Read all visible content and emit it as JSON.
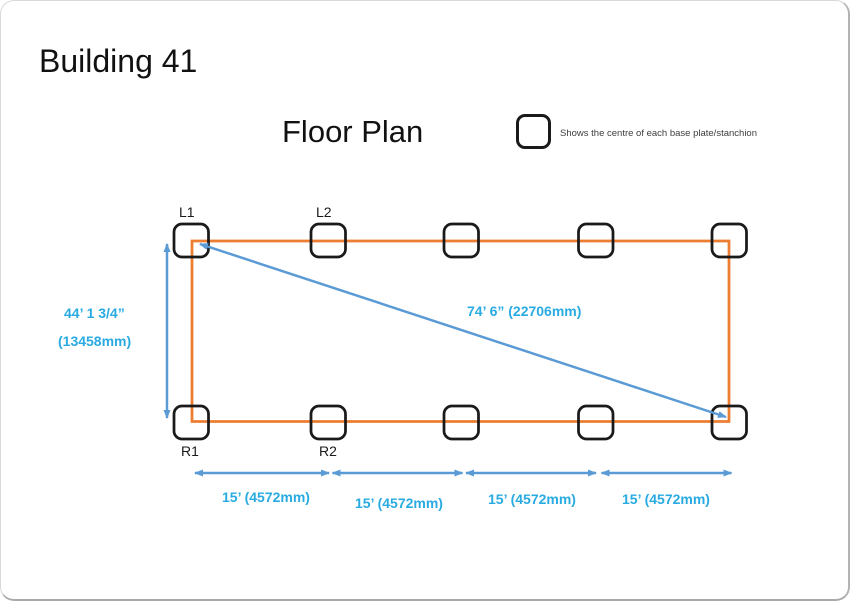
{
  "page": {
    "title": "Building 41"
  },
  "diagram": {
    "title": "Floor Plan",
    "legend": {
      "icon": "rounded-square",
      "label": "Shows the centre of each base plate/stanchion"
    },
    "stanchions": {
      "rows": 2,
      "per_row": 5,
      "labels": {
        "l1": "L1",
        "l2": "L2",
        "r1": "R1",
        "r2": "R2"
      }
    },
    "dimensions": {
      "height": {
        "imperial": "44’ 1 3/4”",
        "metric": "(13458mm)"
      },
      "diagonal": {
        "label": "74’ 6”  (22706mm)"
      },
      "bays": [
        {
          "label": "15’ (4572mm)"
        },
        {
          "label": "15’ (4572mm)"
        },
        {
          "label": "15’ (4572mm)"
        },
        {
          "label": "15’ (4572mm)"
        }
      ]
    },
    "colors": {
      "outline": "#ED7D31",
      "dimension_arrow": "#5B9BD5",
      "dimension_text": "#29ABE2",
      "stanchion_stroke": "#1a1a1a"
    }
  }
}
